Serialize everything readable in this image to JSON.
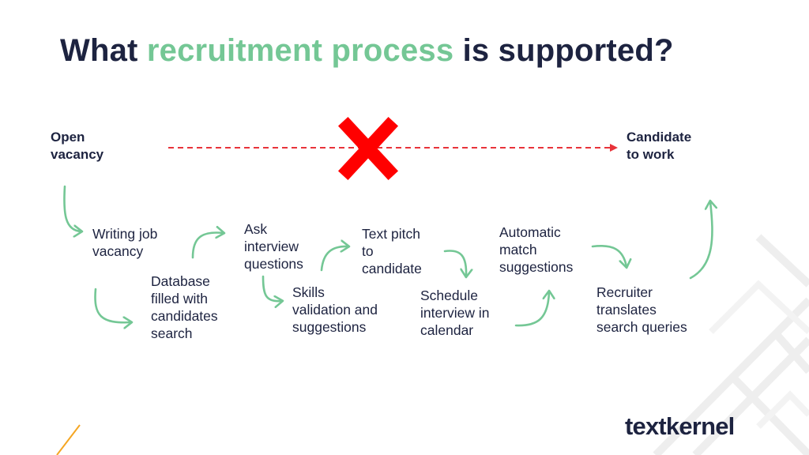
{
  "title": {
    "prefix": "What",
    "highlight": "recruitment process",
    "suffix": "is supported?"
  },
  "endpoints": {
    "start": [
      "Open",
      "vacancy"
    ],
    "end": [
      "Candidate",
      "to work"
    ]
  },
  "steps": [
    [
      "Writing job",
      "vacancy"
    ],
    [
      "Database",
      "filled with",
      "candidates",
      "search"
    ],
    [
      "Ask",
      "interview",
      "questions"
    ],
    [
      "Skills",
      "validation and",
      "suggestions"
    ],
    [
      "Text pitch",
      "to",
      "candidate"
    ],
    [
      "Schedule",
      "interview in",
      "calendar"
    ],
    [
      "Automatic",
      "match",
      "suggestions"
    ],
    [
      "Recruiter",
      "translates",
      "search queries"
    ]
  ],
  "logo": {
    "text": "textkernel"
  },
  "colors": {
    "title": "#1d2340",
    "accent": "#74c795",
    "direct_path": "#e8333a",
    "cross": "#ff0000",
    "orange_line": "#f5a623"
  },
  "icons": {
    "blocked": "cross-icon"
  }
}
